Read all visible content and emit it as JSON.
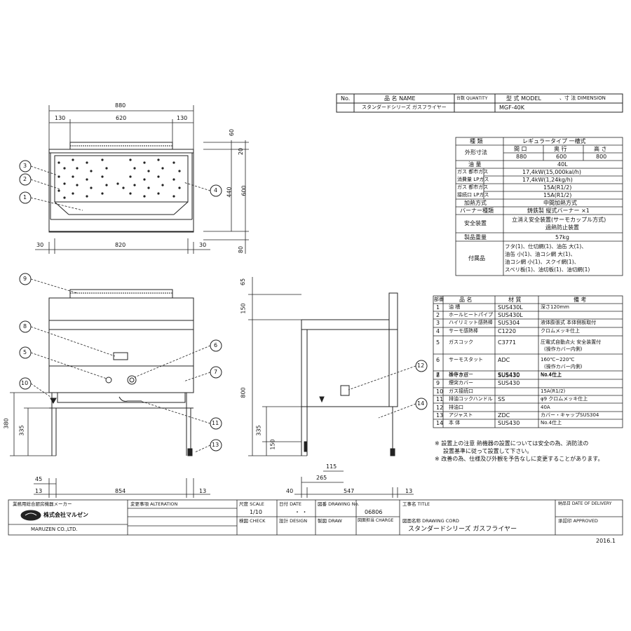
{
  "title_block": {
    "no_label": "No.",
    "name_label": "品 名 NAME",
    "qty_label": "台数 QUANTITY",
    "model_label": "型 式 MODEL",
    "dimension_label": "、寸 法 DIMENSION",
    "name_value": "スタンダードシリーズ ガスフライヤー",
    "model_value": "MGF-40K"
  },
  "dimensions": {
    "top": {
      "d880": "880",
      "d130a": "130",
      "d620": "620",
      "d130b": "130",
      "d30a": "30",
      "d820": "820",
      "d30b": "30"
    },
    "right": {
      "d60": "60",
      "d20": "20",
      "d440": "440",
      "d600": "600",
      "d80": "80"
    },
    "front": {
      "d380": "380",
      "d335": "335",
      "d45": "45",
      "d13a": "13",
      "d854": "854",
      "d13b": "13"
    },
    "side": {
      "d65": "65",
      "d150a": "150",
      "d800": "800",
      "d335": "335",
      "d150b": "150",
      "d115": "115",
      "d265": "265",
      "d40": "40",
      "d547": "547",
      "d13": "13"
    }
  },
  "callouts": [
    "1",
    "2",
    "3",
    "4",
    "5",
    "6",
    "7",
    "8",
    "9",
    "10",
    "11",
    "12",
    "13",
    "14"
  ],
  "spec": {
    "rows": [
      {
        "label": "種 類",
        "value": "レギュラータイプ 一槽式"
      },
      {
        "label": "外形寸法",
        "sub": [
          "間 口",
          "奥 行",
          "高 さ"
        ],
        "vals": [
          "880",
          "600",
          "800"
        ]
      },
      {
        "label": "油 量",
        "value": "40L"
      },
      {
        "label": "ガス 都市ガス",
        "value": "17,4kW(15,000kal/h)"
      },
      {
        "label": "消費量 LPガス",
        "value": "17,4kW(1,24kg/h)"
      },
      {
        "label": "ガス 都市ガス",
        "value": "15A(R1/2)"
      },
      {
        "label": "接続口 LPガス",
        "value": "15A(R1/2)"
      },
      {
        "label": "加熱方式",
        "value": "中間加熱方式"
      },
      {
        "label": "バーナー種類",
        "value": "鋳鉄製 縦式バーナー ×1"
      },
      {
        "label": "安全装置",
        "value": "立消え安全装置(サーモカップル方式)",
        "value2": "過熱防止装置"
      },
      {
        "label": "製品重量",
        "value": "57kg"
      },
      {
        "label": "付属品",
        "lines": [
          "フタ(1)、仕切網(1)、油缶 大(1)、",
          "油缶 小(1)、油コシ網 大(1)、",
          "油コシ網 小(1)、スクイ網(1)、",
          "スベリ板(1)、油切板(1)、油切網(1)"
        ]
      }
    ]
  },
  "parts": {
    "headers": [
      "部番",
      "品 名",
      "材 質",
      "備 考"
    ],
    "rows": [
      [
        "1",
        "油 槽",
        "SUS430L",
        "深さ120mm"
      ],
      [
        "2",
        "ホールヒートパイプ",
        "SUS430L",
        ""
      ],
      [
        "3",
        "ハイリミット感熱棒",
        "SUS304",
        "液体膨張式 本体側板取付"
      ],
      [
        "4",
        "サーモ感熱棒",
        "C1220",
        "クロムメッキ仕上"
      ],
      [
        "5",
        "ガスコック",
        "C3771",
        "圧電式自動点火 安全装置付",
        "(操作カバー内側)"
      ],
      [
        "6",
        "サーモスタット",
        "ADC",
        "160℃~220℃",
        "(操作カバー内側)"
      ],
      [
        "7",
        "操作カバー",
        "SUS430",
        "No.4仕上"
      ],
      [
        "8",
        "のぞき窓",
        "SUS430",
        "No.4仕上"
      ],
      [
        "9",
        "煙突カバー",
        "SUS430",
        ""
      ],
      [
        "10",
        "ガス接続口",
        "",
        "15A(R1/2)"
      ],
      [
        "11",
        "排油コックハンドル",
        "SS",
        "φ9 クロムメッキ仕上"
      ],
      [
        "12",
        "排油口",
        "",
        "40A"
      ],
      [
        "13",
        "アジャスト",
        "ZDC",
        "カバー・キャップSUS304"
      ],
      [
        "14",
        "本 体",
        "SUS430",
        "No.4仕上"
      ]
    ]
  },
  "notes": [
    "※ 設置上の注意 熱機器の設置については安全の為、消防法の",
    "設置基準に従って設置して下さい。",
    "※ 改善の為、仕様及び外観を予告なしに変更することがあります。"
  ],
  "footer": {
    "maker_top": "業務用総合厨房機器メーカー",
    "maker_name": "株式会社マルゼン",
    "maker_en": "MARUZEN CO.,LTD.",
    "alteration": "変更事項 ALTERATION",
    "scale_label": "尺度 SCALE",
    "scale_value": "1/10",
    "date_label": "日付 DATE",
    "date_value": "・ ・",
    "drawing_no_label": "図番 DRAWING No.",
    "drawing_no_value": "06806",
    "check_label": "検図 CHECK",
    "design_label": "設計 DESIGN",
    "draw_label": "製図 DRAW",
    "charge_label": "図面担当 CHARGE",
    "title_label": "工事名 TITLE",
    "drawing_name_label": "図面名称 DRAWING CORD",
    "drawing_name_value": "スタンダードシリーズ ガスフライヤー",
    "delivery_label": "納品日 DATE OF DELIVERY",
    "approved_label": "承認印 APPROVED",
    "year": "2016.1"
  }
}
